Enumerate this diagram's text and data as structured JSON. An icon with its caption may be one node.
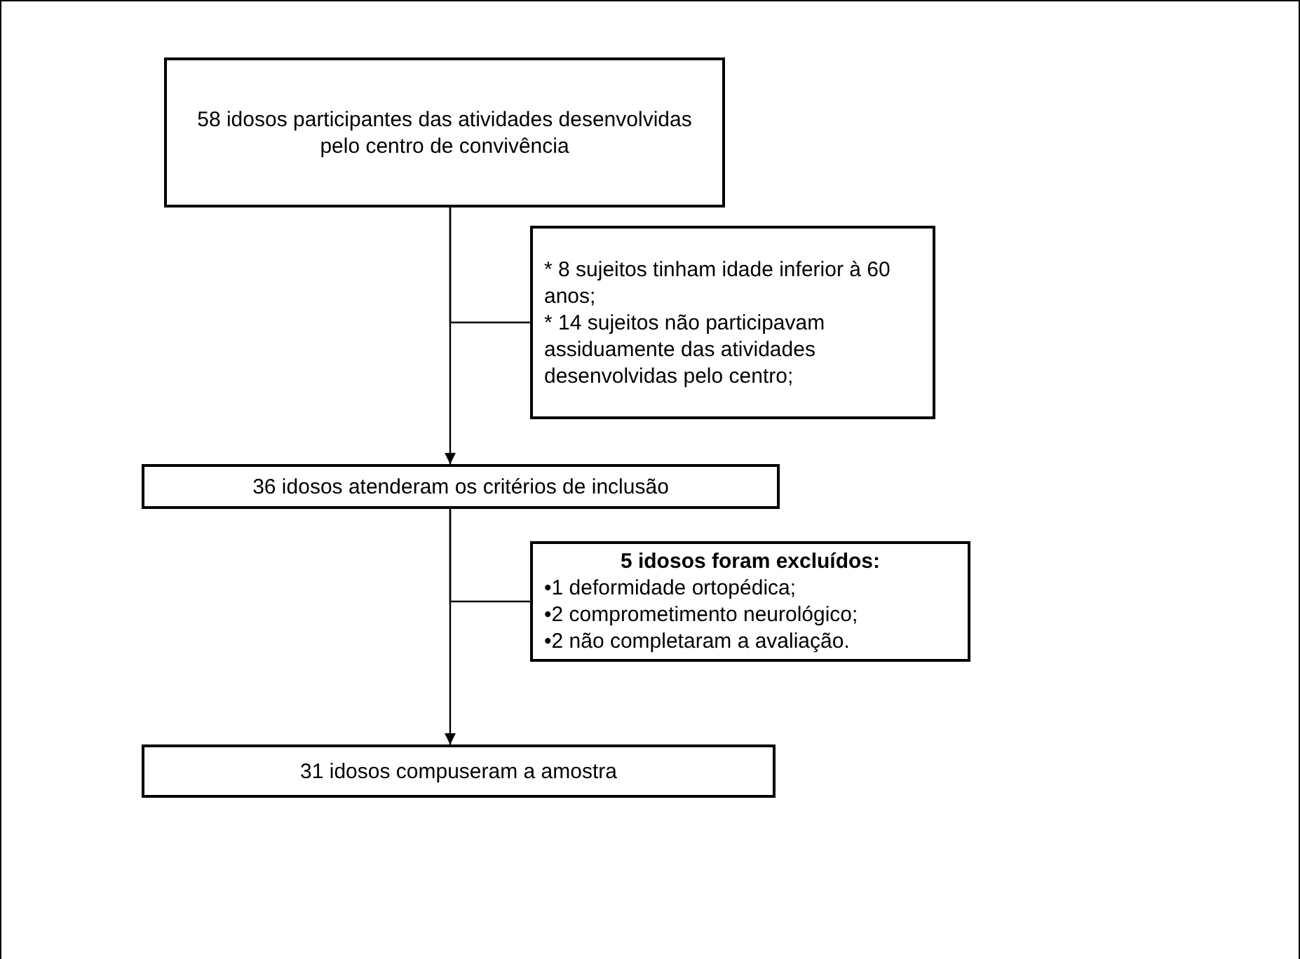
{
  "diagram": {
    "nodes": [
      {
        "text": [
          "58 idosos participantes das atividades desenvolvidas pelo centro de convivência"
        ]
      },
      {
        "text": [
          "* 8 sujeitos tinham idade inferior à 60 anos;",
          "* 14 sujeitos não participavam assiduamente das atividades desenvolvidas pelo centro;"
        ]
      },
      {
        "text": [
          "36 idosos atenderam os critérios de inclusão"
        ]
      },
      {
        "text": [
          "5 idosos foram excluídos:",
          "•1 deformidade ortopédica;",
          "•2 comprometimento neurológico;",
          "•2 não completaram a avaliação."
        ]
      },
      {
        "text": [
          "31 idosos compuseram a amostra"
        ]
      }
    ],
    "edges": [
      {
        "from": 0,
        "to": 2,
        "arrow": "to"
      },
      {
        "from": 0,
        "to": 1,
        "arrow": "none"
      },
      {
        "from": 2,
        "to": 4,
        "arrow": "to"
      },
      {
        "from": 2,
        "to": 3,
        "arrow": "none"
      }
    ]
  }
}
